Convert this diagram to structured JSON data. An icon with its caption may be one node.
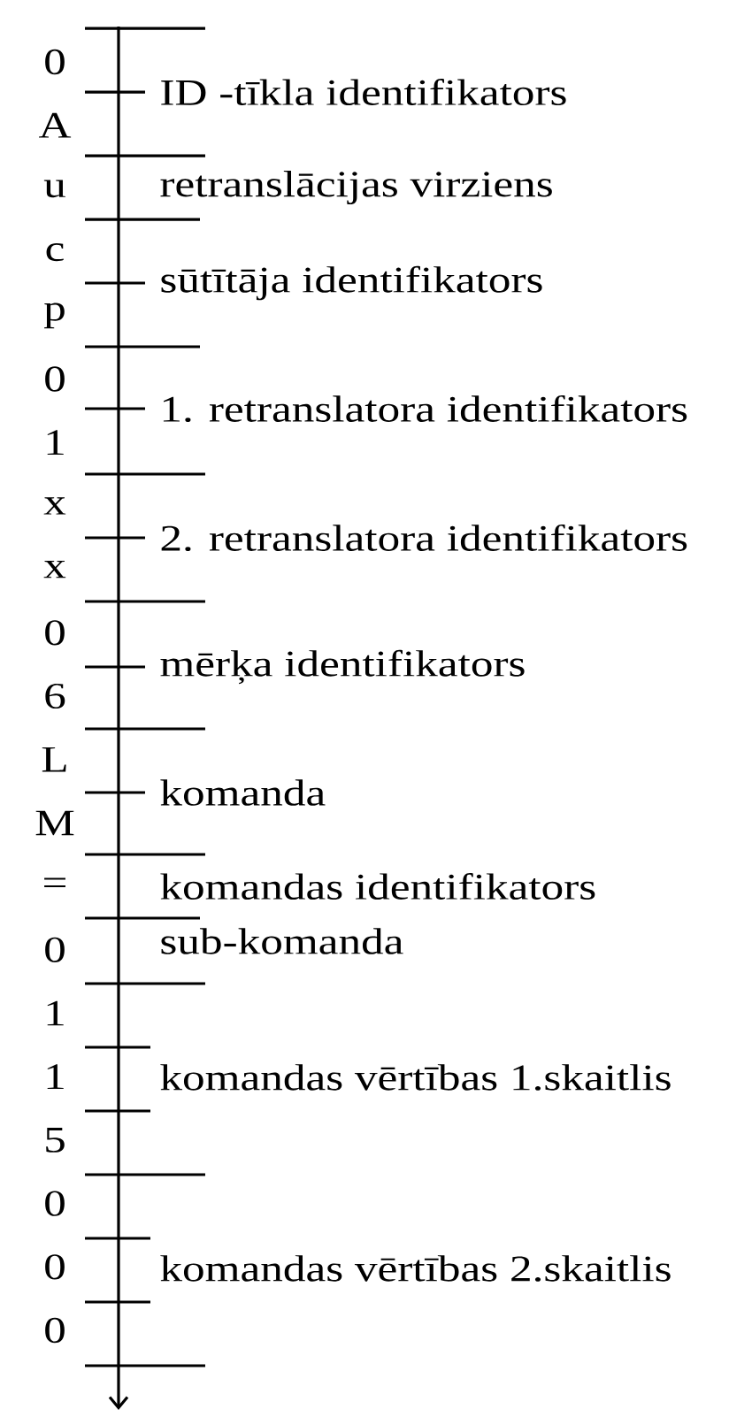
{
  "diagram": {
    "labels": [
      "0",
      "A",
      "u",
      "c",
      "p",
      "0",
      "1",
      "x",
      "x",
      "0",
      "6",
      "L",
      "M",
      "=",
      "0",
      "1",
      "1",
      "5",
      "0",
      "0",
      "0",
      "ID -tīkla identifikators",
      "retranslācijas virziens",
      "sūtītāja identifikators",
      "1. retranslatora identifikators",
      "2. retranslatora identifikators",
      "mērķa identifikators",
      "komanda",
      "komandas identifikators",
      "sub-komanda",
      "komandas vērtības 1.skaitlis",
      "komandas vērtības 2.skaitlis"
    ]
  }
}
